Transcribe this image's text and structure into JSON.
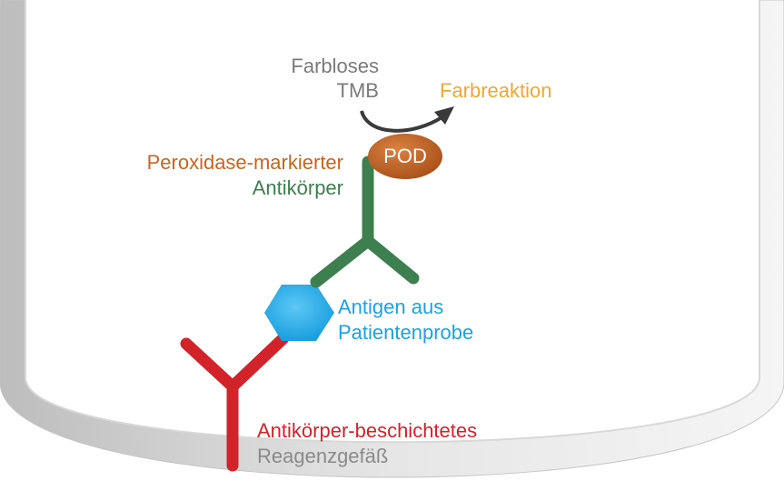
{
  "labels": {
    "substrate_line1": "Farbloses",
    "substrate_line2": "TMB",
    "reaction": "Farbreaktion",
    "enzyme": "POD",
    "detection_ab_line1": "Peroxidase-markierter",
    "detection_ab_line2": "Antikörper",
    "antigen_line1": "Antigen aus",
    "antigen_line2": "Patientenprobe",
    "capture_ab_line1": "Antikörper-beschichtetes",
    "capture_ab_line2": "Reagenzgefäß"
  },
  "colors": {
    "substrate": "#7a7a7a",
    "reaction": "#f0a637",
    "enzyme_fill": "#b85a1e",
    "enzyme_label": "#c8651e",
    "detection_ab": "#3d7f4f",
    "antigen": "#1aa3e2",
    "capture_ab": "#d2232a",
    "vessel_label": "#8a8a8a",
    "vessel_wall": "#cfcfcf"
  }
}
